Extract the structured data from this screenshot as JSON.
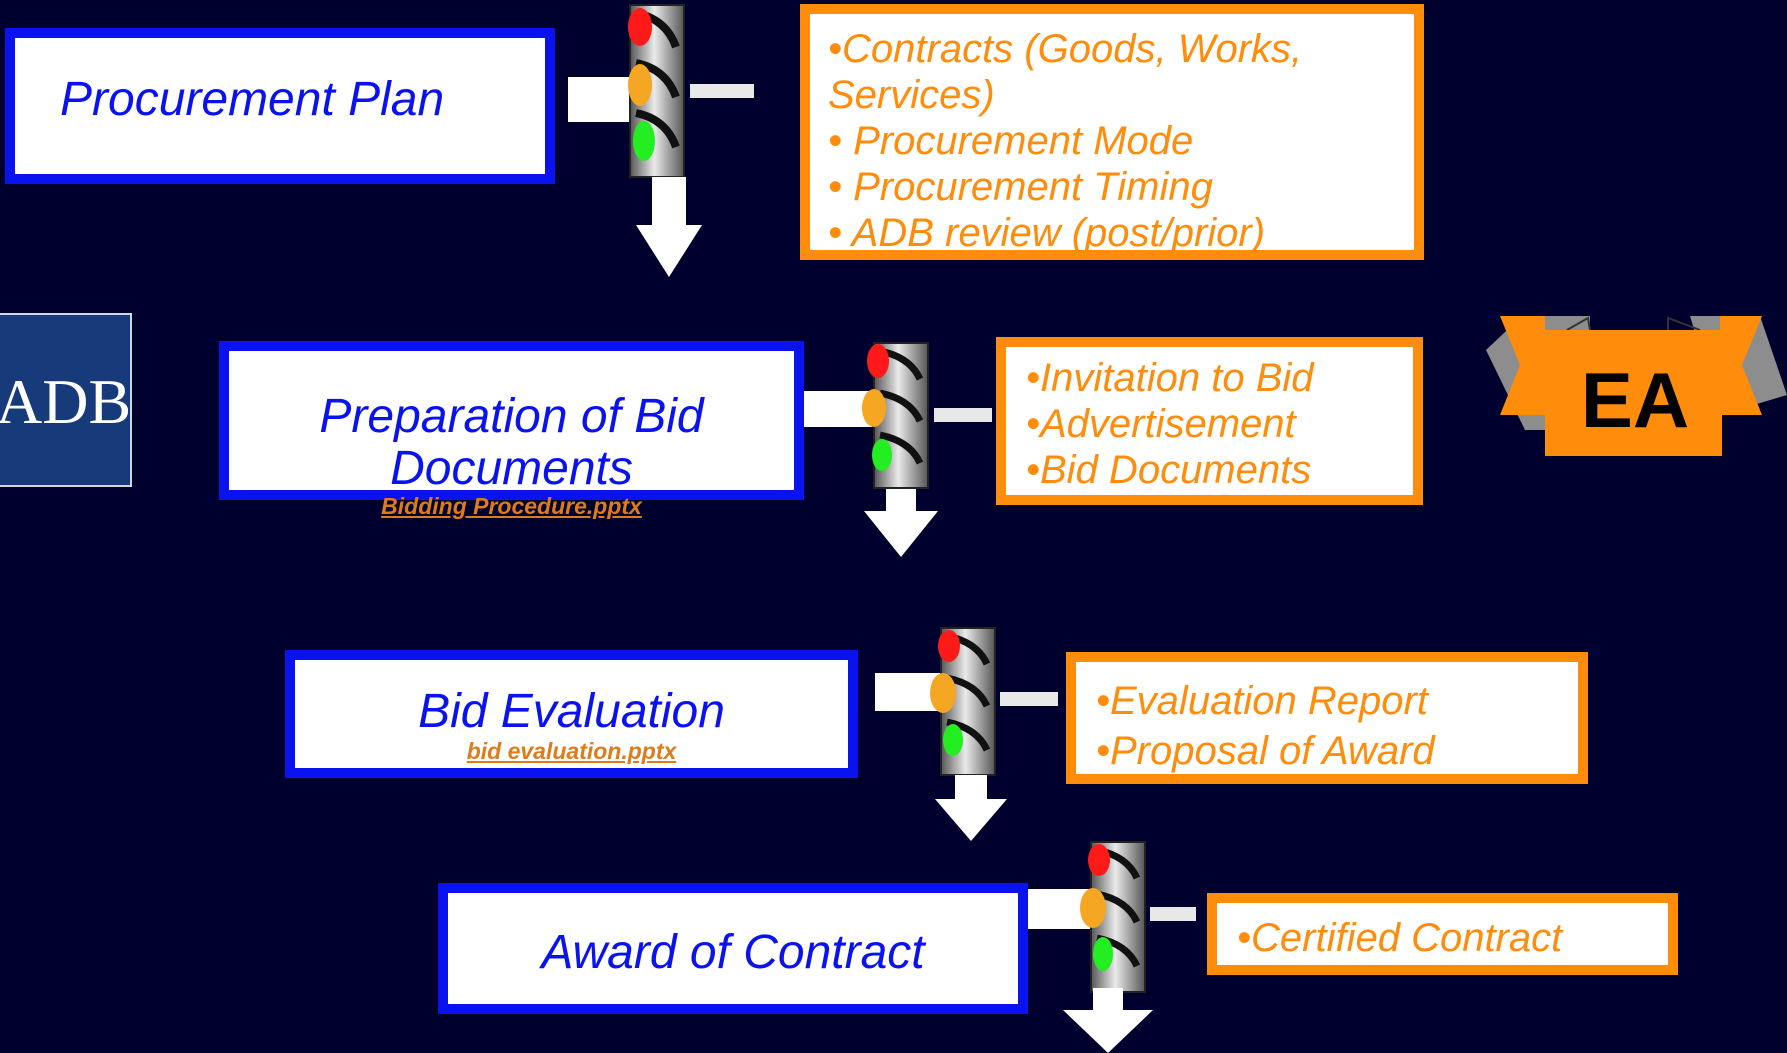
{
  "steps": [
    {
      "title": "Procurement Plan",
      "link": ""
    },
    {
      "title": "Preparation of Bid Documents",
      "link": "Bidding Procedure.pptx"
    },
    {
      "title": "Bid Evaluation",
      "link": "bid evaluation.pptx"
    },
    {
      "title": "Award of Contract",
      "link": ""
    }
  ],
  "info": {
    "plan": [
      "•Contracts (Goods, Works,",
      "Services)",
      "• Procurement Mode",
      "• Procurement Timing",
      "• ADB review (post/prior)"
    ],
    "docs": [
      "•Invitation to Bid",
      "•Advertisement",
      "•Bid Documents"
    ],
    "evaluation": [
      "•Evaluation Report",
      "•Proposal of Award"
    ],
    "award": [
      "•Certified Contract"
    ]
  },
  "logo": {
    "text": "ADB"
  },
  "badge": {
    "text": "EA"
  },
  "colors": {
    "background": "#00002e",
    "step_border": "#0a12f0",
    "info_border": "#ff8c0a",
    "badge": "#ff8c0a",
    "red_light": "#ff1a1a",
    "amber_light": "#f5a623",
    "green_light": "#22ee22"
  },
  "icons": [
    "traffic-light-icon",
    "down-arrow-icon",
    "ribbon-banner-icon"
  ]
}
